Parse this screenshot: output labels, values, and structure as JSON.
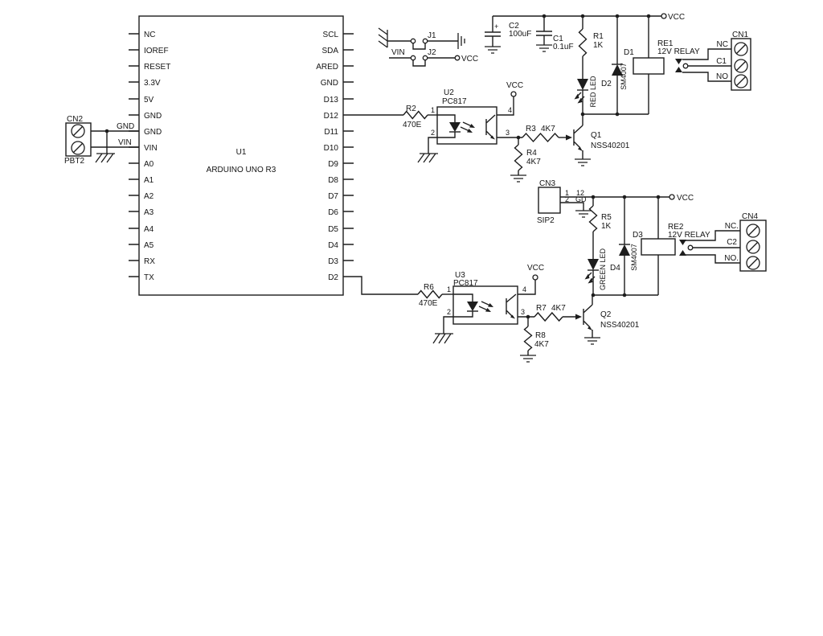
{
  "canvas": {
    "background": "#ffffff",
    "ink": "#1d1d1d"
  },
  "net_labels": {
    "vcc": "VCC",
    "vin": "VIN",
    "gnd": "GND",
    "plus": "+"
  },
  "components": {
    "u1": {
      "ref": "U1",
      "value": "ARDUINO UNO R3",
      "left_pins": [
        "NC",
        "IOREF",
        "RESET",
        "3.3V",
        "5V",
        "GND",
        "GND",
        "VIN",
        "A0",
        "A1",
        "A2",
        "A3",
        "A4",
        "A5",
        "RX",
        "TX"
      ],
      "right_pins": [
        "SCL",
        "SDA",
        "ARED",
        "GND",
        "D13",
        "D12",
        "D11",
        "D10",
        "D9",
        "D8",
        "D7",
        "D6",
        "D5",
        "D4",
        "D3",
        "D2"
      ]
    },
    "cn2": {
      "ref": "CN2",
      "value": "PBT2"
    },
    "j1": {
      "ref": "J1"
    },
    "j2": {
      "ref": "J2"
    },
    "c2": {
      "ref": "C2",
      "value": "100uF"
    },
    "c1": {
      "ref": "C1",
      "value": "0.1uF"
    },
    "r1": {
      "ref": "R1",
      "value": "1K"
    },
    "r2": {
      "ref": "R2",
      "value": "470E"
    },
    "r3": {
      "ref": "R3",
      "value": "4K7"
    },
    "r4": {
      "ref": "R4",
      "value": "4K7"
    },
    "r5": {
      "ref": "R5",
      "value": "1K"
    },
    "r6": {
      "ref": "R6",
      "value": "470E"
    },
    "r7": {
      "ref": "R7",
      "value": "4K7"
    },
    "r8": {
      "ref": "R8",
      "value": "4K7"
    },
    "d1": {
      "ref": "D1",
      "value": "SM4007"
    },
    "d2": {
      "ref": "D2",
      "value": "RED LED"
    },
    "d3": {
      "ref": "D3",
      "value": "SM4007"
    },
    "d4": {
      "ref": "D4",
      "value": "GREEN LED"
    },
    "u2": {
      "ref": "U2",
      "value": "PC817",
      "pin1": "1",
      "pin2": "2",
      "pin3": "3",
      "pin4": "4"
    },
    "u3": {
      "ref": "U3",
      "value": "PC817",
      "pin1": "1",
      "pin2": "2",
      "pin3": "3",
      "pin4": "4"
    },
    "q1": {
      "ref": "Q1",
      "value": "NSS40201"
    },
    "q2": {
      "ref": "Q2",
      "value": "NSS40201"
    },
    "re1": {
      "ref": "RE1",
      "value": "12V RELAY"
    },
    "re2": {
      "ref": "RE2",
      "value": "12V RELAY"
    },
    "cn1": {
      "ref": "CN1",
      "terminals": [
        "NC",
        "C1",
        "NO"
      ]
    },
    "cn3": {
      "ref": "CN3",
      "value": "SIP2",
      "pin1": "1",
      "pin2": "2",
      "net1": "12",
      "net2": "GD"
    },
    "cn4": {
      "ref": "CN4",
      "terminals": [
        "NC.",
        "C2",
        "NO."
      ]
    }
  }
}
